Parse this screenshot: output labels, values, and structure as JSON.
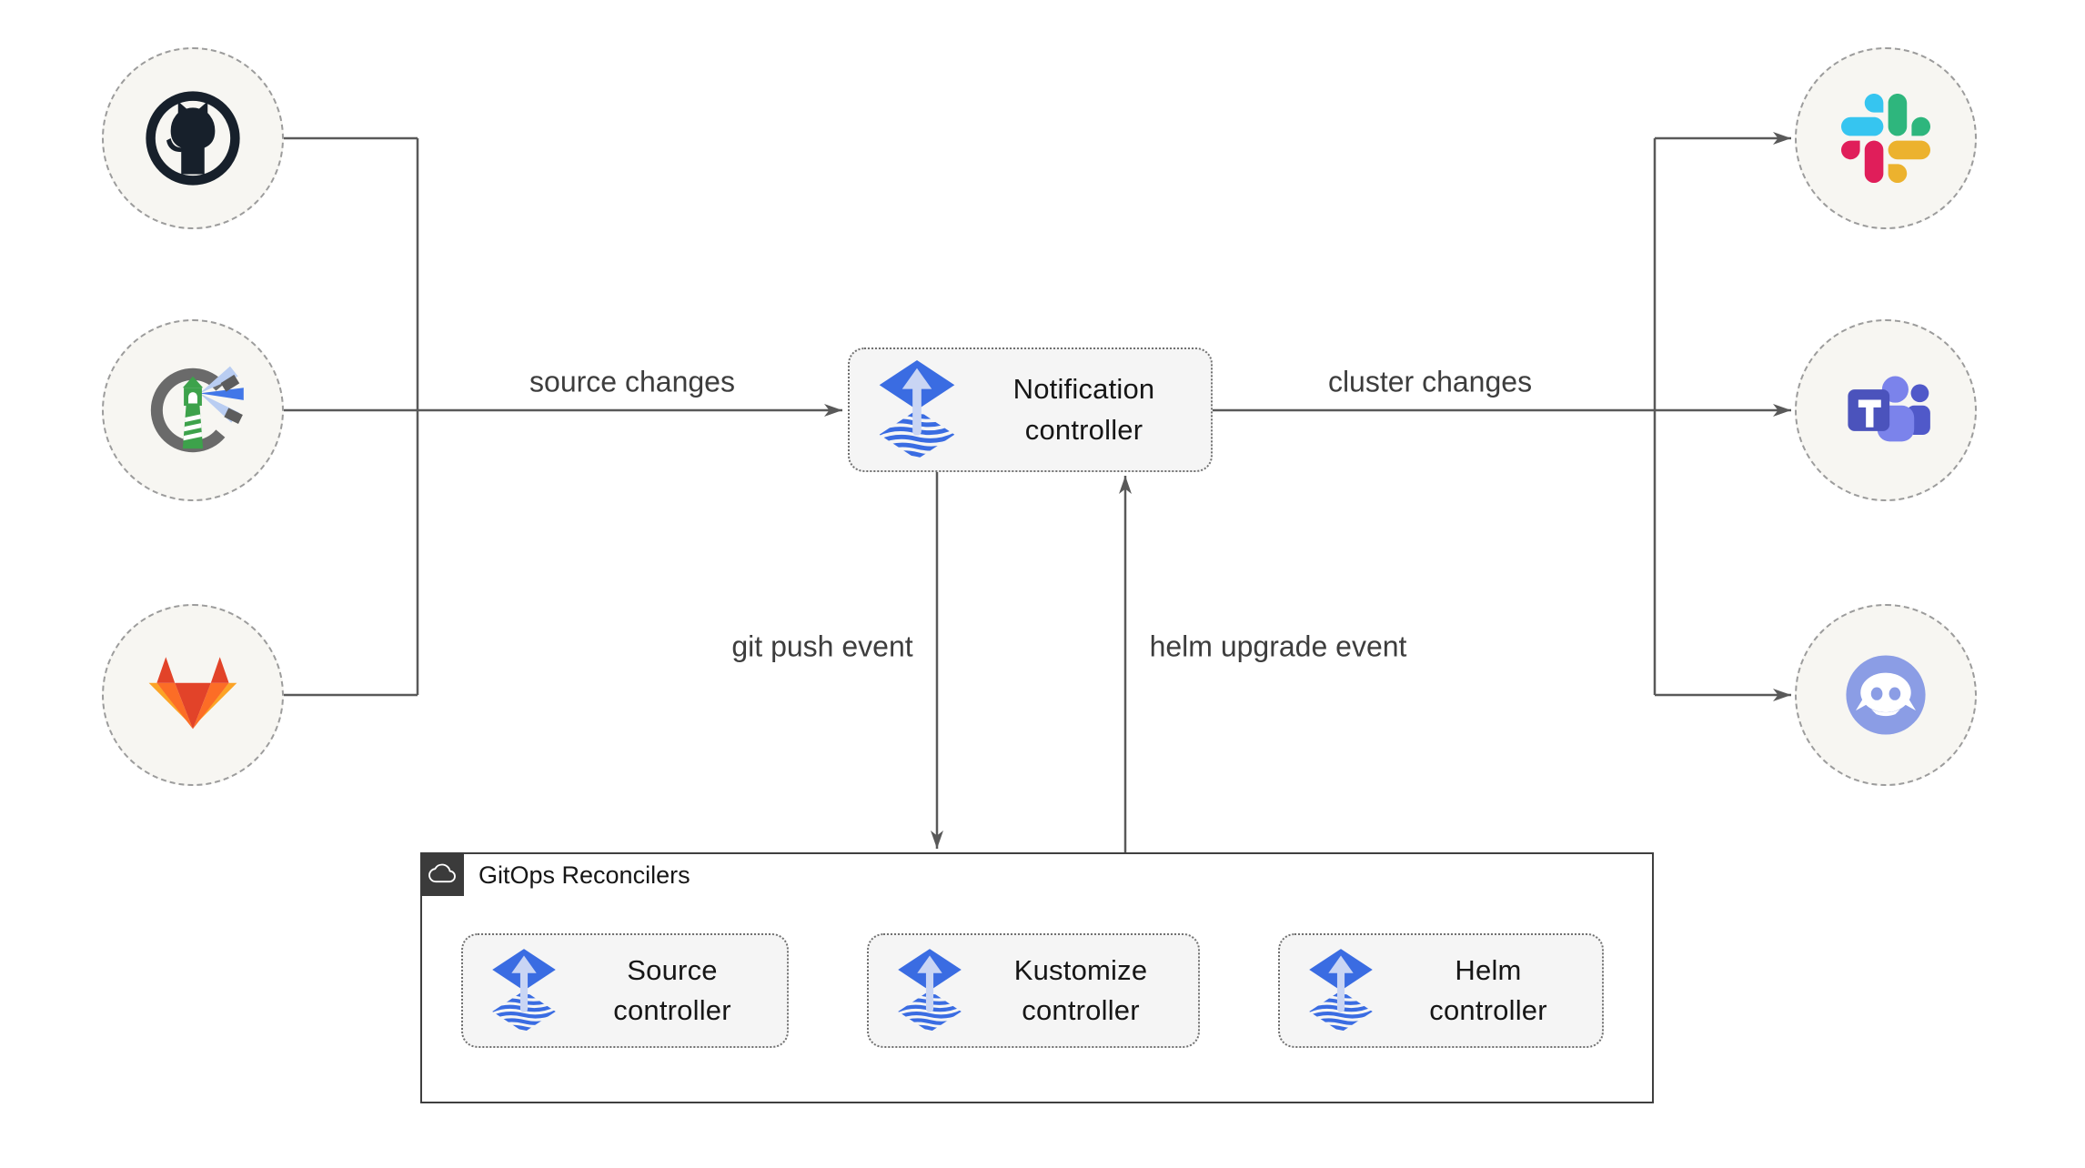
{
  "diagram": {
    "edge_labels": {
      "source_changes": "source changes",
      "cluster_changes": "cluster changes",
      "git_push_event": "git push event",
      "helm_upgrade_event": "helm upgrade event"
    },
    "notification_controller": {
      "label": "Notification\ncontroller",
      "icon": "flux-icon"
    },
    "sources": [
      {
        "icon": "github-icon"
      },
      {
        "icon": "harbor-icon"
      },
      {
        "icon": "gitlab-icon"
      }
    ],
    "alert_providers": [
      {
        "icon": "slack-icon"
      },
      {
        "icon": "teams-icon"
      },
      {
        "icon": "discord-icon"
      }
    ],
    "reconcilers": {
      "title": "GitOps Reconcilers",
      "badge_icon": "cloud-icon",
      "controllers": [
        {
          "label": "Source\ncontroller",
          "icon": "flux-icon"
        },
        {
          "label": "Kustomize\ncontroller",
          "icon": "flux-icon"
        },
        {
          "label": "Helm\ncontroller",
          "icon": "flux-icon"
        }
      ]
    },
    "colors": {
      "connector": "#595959",
      "node_fill": "#f5f5f5",
      "circle_fill": "#f7f6f2",
      "flux_blue": "#3a6ce2",
      "flux_arrow": "#c9d5f4",
      "github_dark": "#17202b",
      "harbor_green": "#3da24b",
      "gitlab_red": "#e24329",
      "gitlab_orange": "#fc6d26",
      "gitlab_yellow": "#fca326",
      "slack_blue": "#36c5f0",
      "slack_green": "#2eb67d",
      "slack_red": "#e01e5a",
      "slack_yellow": "#ecb22e",
      "teams_indigo": "#4b53bc",
      "teams_light": "#7b83eb",
      "teams_dark": "#5059c9",
      "discord_blurple": "#8b9de5",
      "badge_dark": "#3b3b3b"
    }
  }
}
